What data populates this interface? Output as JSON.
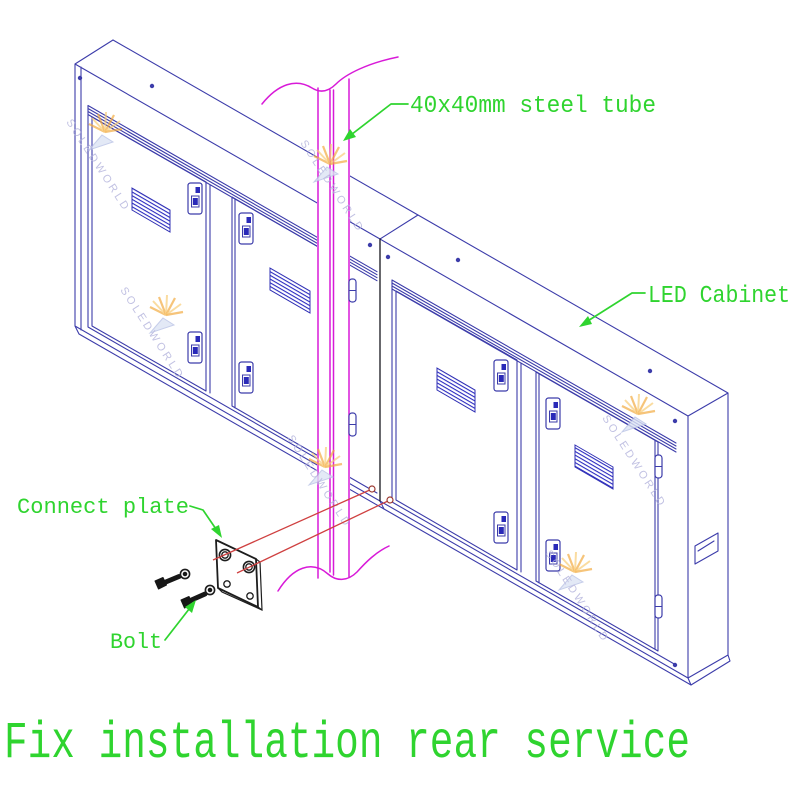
{
  "title": "Fix installation rear service",
  "labels": {
    "steel_tube": "40x40mm steel tube",
    "led_cabinet": "LED Cabinet",
    "connect_plate": "Connect plate",
    "bolt": "Bolt"
  },
  "watermark": {
    "text": "SOLEDWORLD"
  },
  "colors": {
    "background": "#ffffff",
    "cabinet_line": "#3c3caa",
    "junction_line": "#16161e",
    "steel_tube_line": "#d81ad8",
    "label_green": "#2fd42f",
    "alignment_red": "#cf4040",
    "plate_black": "#1d1d1d",
    "watermark_blue": "#b2b2dc",
    "watermark_orange": "#f2a93c"
  }
}
